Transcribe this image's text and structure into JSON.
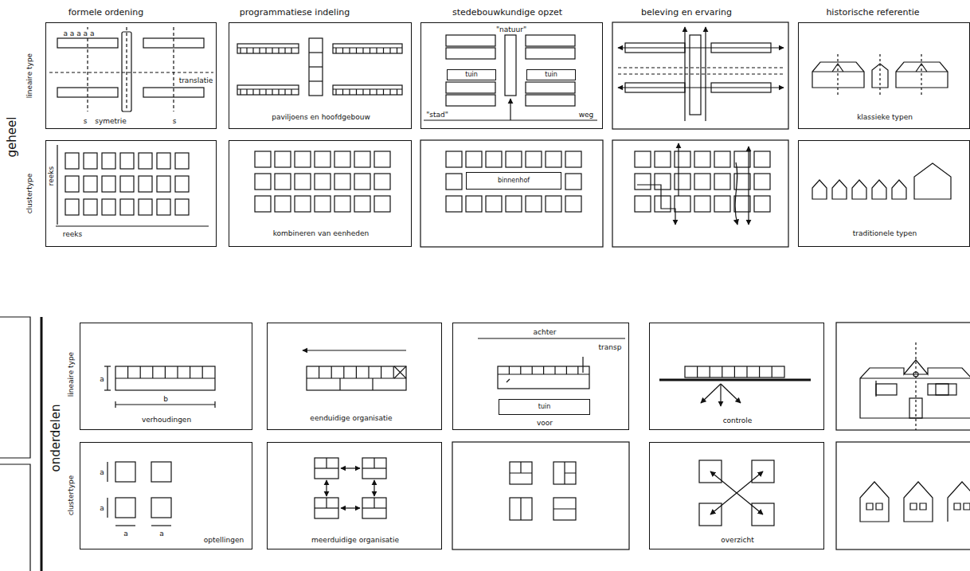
{
  "diagram": {
    "nodes": [
      {
        "text": [
          "a a a a a",
          "translatie",
          "s",
          "symetrie",
          "s"
        ]
      },
      {
        "text": [
          "paviljoens en hoofdgebouw"
        ]
      },
      {
        "text": [
          "\"natuur\"",
          "\"stad\"",
          "weg"
        ]
      },
      {
        "text": [
          "tuin"
        ],
        "in": 2
      },
      {
        "text": [
          "tuin"
        ],
        "in": 2
      },
      {
        "text": [
          "klassieke typen"
        ]
      },
      {
        "text": [
          "reeks",
          "reeks"
        ]
      },
      {
        "text": [
          "kombineren van eenheden"
        ]
      },
      {
        "text": [
          "binnenhof"
        ]
      },
      {
        "text": [
          "traditionele typen"
        ]
      },
      {
        "text": [
          "a",
          "b",
          "verhoudingen"
        ]
      },
      {
        "text": [
          "eenduidige organisatie"
        ]
      },
      {
        "text": [
          "achter",
          "transp",
          "voor"
        ]
      },
      {
        "text": [
          "tuin"
        ],
        "in": 12
      },
      {
        "text": [
          "controle"
        ]
      },
      {
        "text": [
          "a",
          "a",
          "a",
          "a",
          "optellingen"
        ]
      },
      {
        "text": [
          "meerduidige organisatie"
        ]
      },
      {
        "text": [
          "overzicht"
        ]
      }
    ],
    "labels": [
      "formele ordening",
      "programmatiese indeling",
      "stedebouwkundige opzet",
      "beleving en ervaring",
      "historische referentie",
      "geheel",
      "lineaire type",
      "clustertype",
      "onderdelen",
      "lineaire type",
      "clustertype"
    ]
  }
}
